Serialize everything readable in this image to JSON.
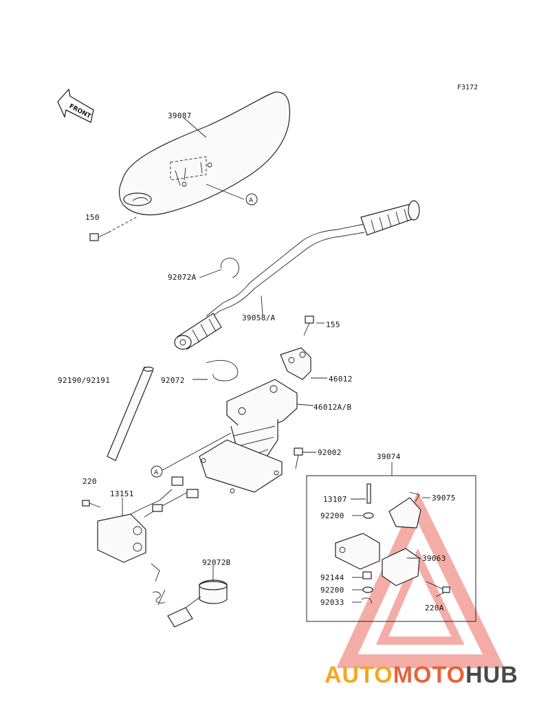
{
  "figure_id": "F3172",
  "front_arrow": "FRONT",
  "ref_marker": "A",
  "parts": {
    "p39087": "39087",
    "p150": "150",
    "p92072A": "92072A",
    "p39058A": "39058/A",
    "p155": "155",
    "p92190": "92190/92191",
    "p92072": "92072",
    "p46012": "46012",
    "p46012AB": "46012A/B",
    "p92002": "92002",
    "p39074": "39074",
    "p220": "220",
    "p13151": "13151",
    "p13107": "13107",
    "p39075": "39075",
    "p92200a": "92200",
    "p39063": "39063",
    "p92144": "92144",
    "p92200b": "92200",
    "p92033": "92033",
    "p220A": "220A",
    "p92072B": "92072B"
  },
  "watermark": {
    "part1": "AUTO",
    "part2": "MOTO",
    "part3": "HUB",
    "color1": "#f5a623",
    "color2": "#e8623a",
    "color3": "#4a4a4a",
    "triangle_color": "#e84b3c"
  }
}
